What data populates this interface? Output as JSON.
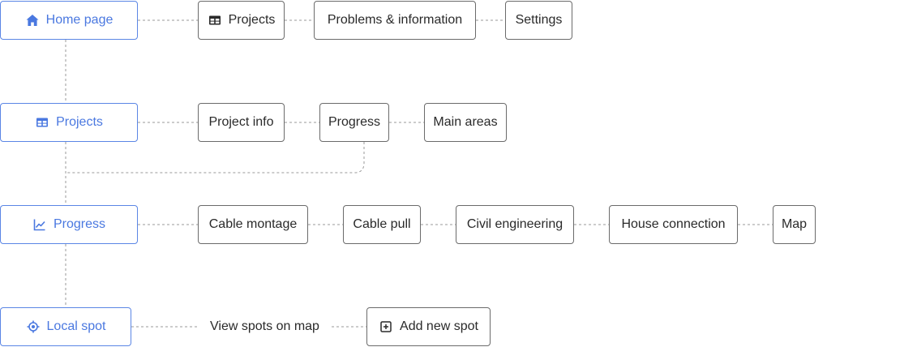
{
  "rows": [
    {
      "root": {
        "label": "Home page",
        "icon": "home-icon"
      },
      "children": [
        {
          "label": "Projects",
          "icon": "table-icon"
        },
        {
          "label": "Problems & information"
        },
        {
          "label": "Settings"
        }
      ]
    },
    {
      "root": {
        "label": "Projects",
        "icon": "table-icon"
      },
      "children": [
        {
          "label": "Project info"
        },
        {
          "label": "Progress"
        },
        {
          "label": "Main areas"
        }
      ]
    },
    {
      "root": {
        "label": "Progress",
        "icon": "trend-chart-icon"
      },
      "children": [
        {
          "label": "Cable montage"
        },
        {
          "label": "Cable pull"
        },
        {
          "label": "Civil engineering"
        },
        {
          "label": "House connection"
        },
        {
          "label": "Map"
        }
      ]
    },
    {
      "root": {
        "label": "Local spot",
        "icon": "location-target-icon"
      },
      "children": [
        {
          "label": "View spots on map"
        },
        {
          "label": "Add new spot",
          "icon": "add-square-icon"
        }
      ]
    }
  ],
  "colors": {
    "primary_border": "#5b86e5",
    "primary_text": "#4a78e0",
    "secondary_border": "#6b6b6b",
    "connector": "#9a9a9a"
  }
}
